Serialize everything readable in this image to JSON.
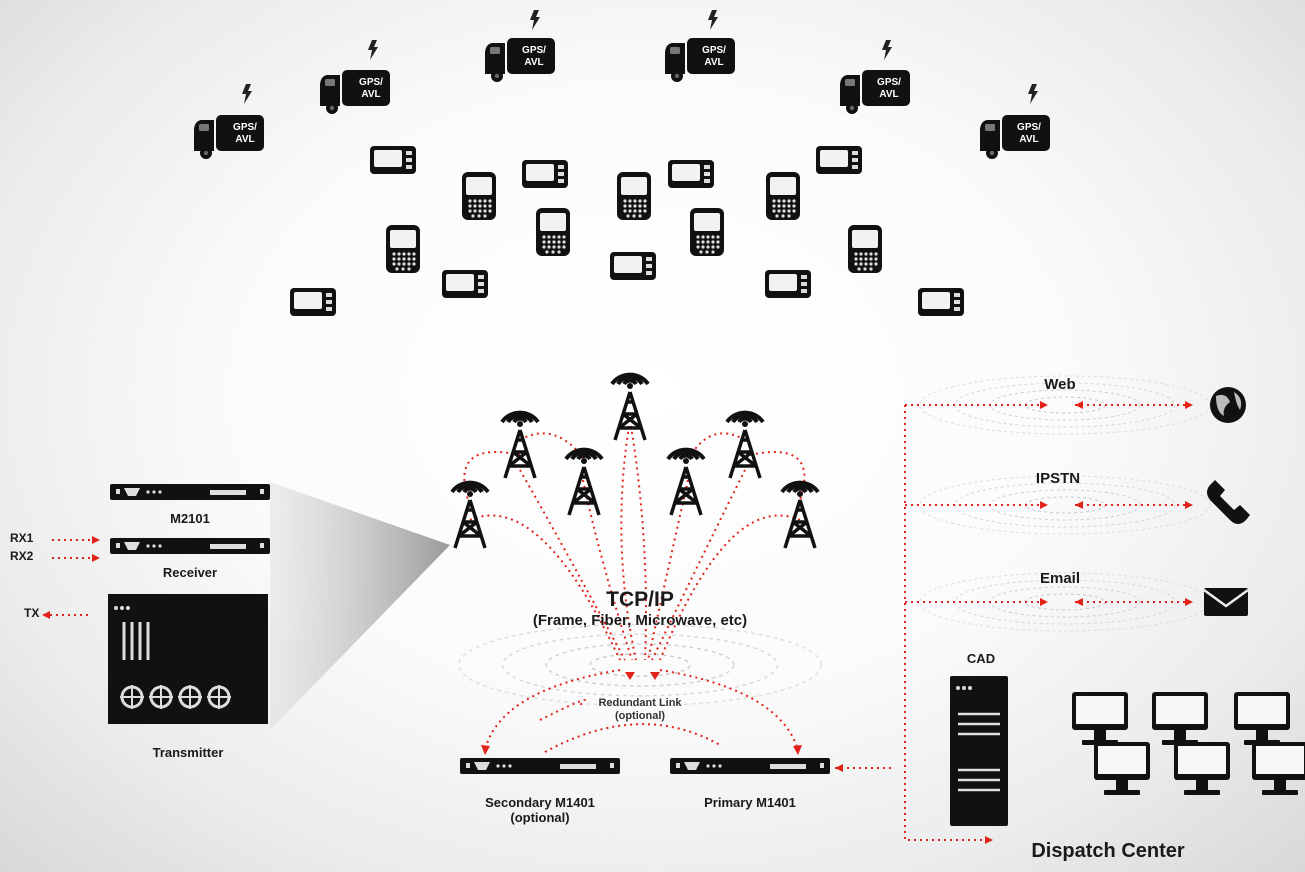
{
  "vehicles": {
    "label_line1": "GPS/",
    "label_line2": "AVL"
  },
  "network": {
    "title": "TCP/IP",
    "subtitle": "(Frame, Fiber, Microwave, etc)"
  },
  "redundant_link": {
    "line1": "Redundant Link",
    "line2": "(optional)"
  },
  "rack": {
    "m2101_label": "M2101",
    "receiver_label": "Receiver",
    "transmitter_label": "Transmitter",
    "rx1_label": "RX1",
    "rx2_label": "RX2",
    "tx_label": "TX"
  },
  "controllers": {
    "secondary_line1": "Secondary M1401",
    "secondary_line2": "(optional)",
    "primary_label": "Primary M1401"
  },
  "outputs": {
    "web_label": "Web",
    "ipstn_label": "IPSTN",
    "email_label": "Email"
  },
  "dispatch": {
    "cad_label": "CAD",
    "center_label": "Dispatch Center"
  },
  "colors": {
    "link": "#e2231a",
    "device": "#111111"
  },
  "icons": [
    "lightning-icon",
    "truck-icon",
    "pager-icon",
    "smartphone-icon",
    "radio-tower-icon",
    "globe-icon",
    "phone-icon",
    "envelope-icon",
    "monitor-icon",
    "server-icon"
  ]
}
